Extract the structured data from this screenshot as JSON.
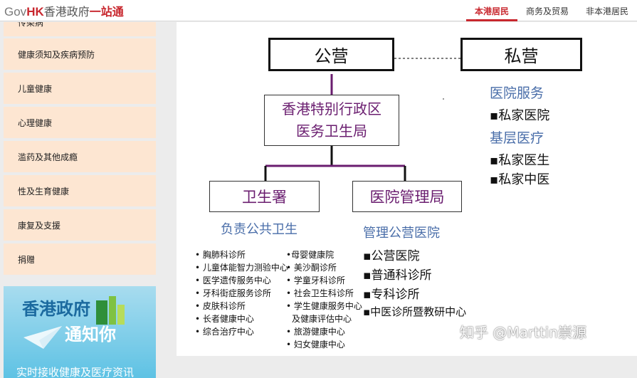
{
  "header": {
    "logo_gov": "Gov",
    "logo_hk": "HK",
    "logo_cn": "香港政府",
    "logo_cn2": "一站通",
    "nav": [
      {
        "label": "本港居民",
        "active": true
      },
      {
        "label": "商务及贸易",
        "active": false
      },
      {
        "label": "非本港居民",
        "active": false
      }
    ]
  },
  "sidebar": {
    "items": [
      {
        "label": "传染病"
      },
      {
        "label": "健康须知及疾病预防"
      },
      {
        "label": "儿童健康"
      },
      {
        "label": "心理健康"
      },
      {
        "label": "滥药及其他成瘾"
      },
      {
        "label": "性及生育健康"
      },
      {
        "label": "康复及支援"
      },
      {
        "label": "捐赠"
      }
    ],
    "banner": {
      "line1": "香港政府",
      "line2": "通知你",
      "line3": "实时接收健康及医疗资讯"
    }
  },
  "diagram": {
    "public": "公营",
    "private": "私营",
    "fhb_line1": "香港特别行政区",
    "fhb_line2": "医务卫生局",
    "dh": "卫生署",
    "ha": "医院管理局",
    "dh_subtitle": "负责公共卫生",
    "ha_subtitle": "管理公营医院",
    "dh_col1": [
      "胸肺科诊所",
      "儿童体能智力测验中心",
      "医学遗传服务中心",
      "牙科街症服务诊所",
      "皮肤科诊所",
      "长者健康中心",
      "综合治疗中心"
    ],
    "dh_col2": [
      "母婴健康院",
      "美沙酮诊所",
      "学童牙科诊所",
      "社会卫生科诊所",
      "学生健康服务中心",
      "及健康评估中心",
      "旅游健康中心",
      "妇女健康中心"
    ],
    "ha_list": [
      "公营医院",
      "普通科诊所",
      "专科诊所",
      "中医诊所暨教研中心"
    ],
    "private_hosp_title": "医院服务",
    "private_hosp_items": [
      "私家医院"
    ],
    "primary_title": "基层医疗",
    "primary_items": [
      "私家医生",
      "私家中医"
    ],
    "colors": {
      "purple": "#6a1d6f",
      "blue": "#4a6ea9",
      "accent": "#c8272e"
    }
  },
  "watermark": "知乎 @Marttin崇源"
}
